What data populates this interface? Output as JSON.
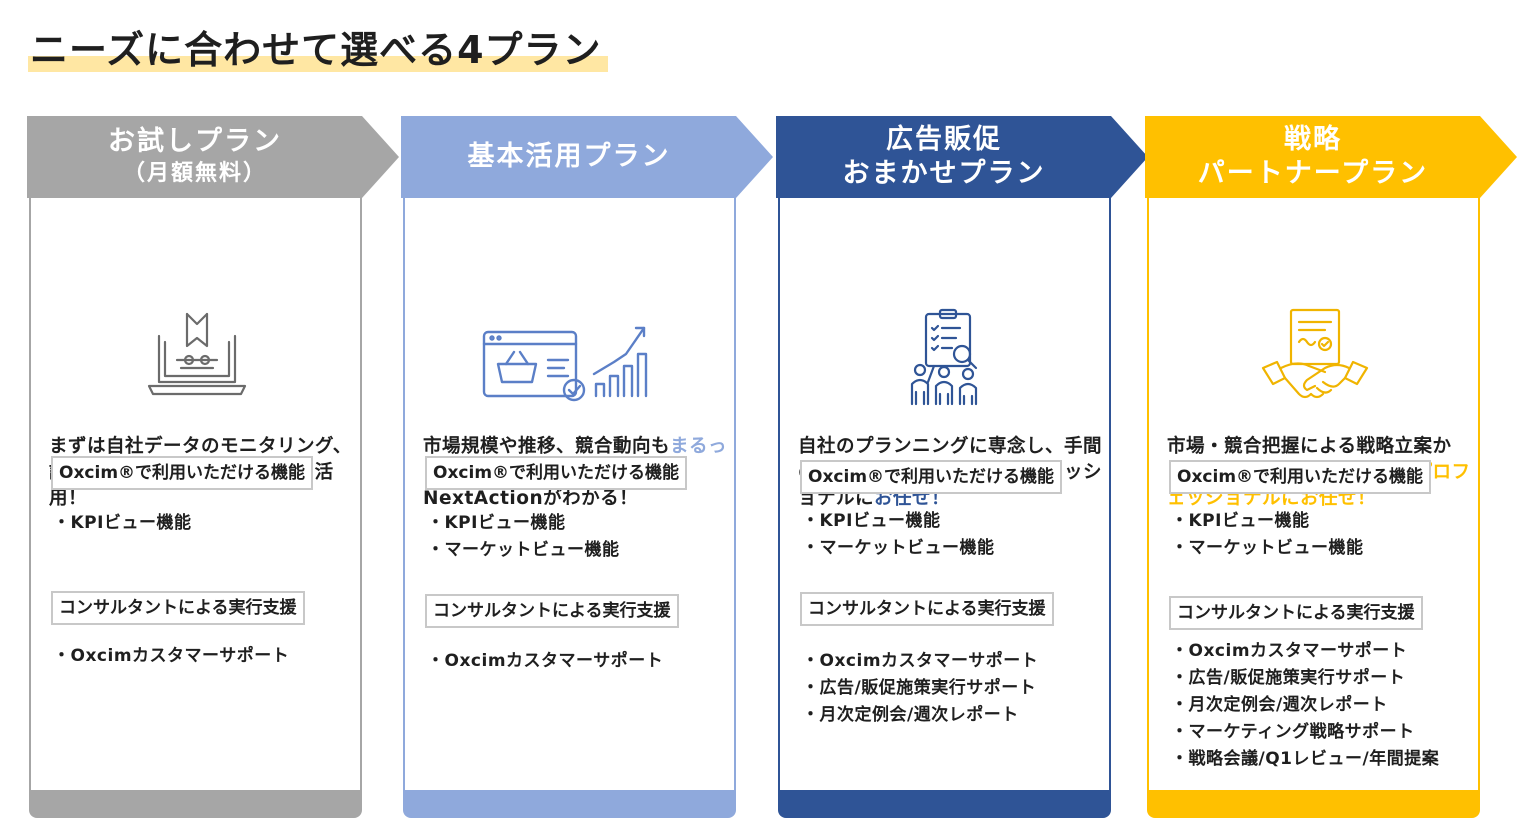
{
  "page": {
    "title": "ニーズに合わせて選べる4プラン"
  },
  "colors": {
    "plan1": "#a6a6a6",
    "plan2": "#8fa9dc",
    "plan3": "#2f5496",
    "plan4": "#ffc000",
    "title_highlight": "#ffe7a3"
  },
  "plans": [
    {
      "title_line1": "お試しプラン",
      "title_line2": "（月額無料）",
      "icon": "laptop-bookmark-icon",
      "desc_before": "まずは自社データのモニタリング、課題分析ができる機能をお試し活用！",
      "desc_highlight": "",
      "desc_after": "",
      "features_label": "Oxcim®で利用いただける機能",
      "features": [
        "・KPIビュー機能"
      ],
      "support_label": "コンサルタントによる実行支援",
      "support": [
        "・Oxcimカスタマーサポート"
      ]
    },
    {
      "title_line1": "基本活用プラン",
      "title_line2": "",
      "icon": "ecommerce-growth-icon",
      "desc_before": "市場規模や推移、競合動向も",
      "desc_highlight": "まるっと把握",
      "desc_after": "でき、売上拡大のNextActionがわかる！",
      "features_label": "Oxcim®で利用いただける機能",
      "features": [
        "・KPIビュー機能",
        "・マーケットビュー機能"
      ],
      "support_label": "コンサルタントによる実行支援",
      "support": [
        "・Oxcimカスタマーサポート"
      ]
    },
    {
      "title_line1": "広告販促",
      "title_line2": "おまかせプラン",
      "icon": "team-checklist-icon",
      "desc_before": "自社のプランニングに専念し、手間のかかる実行部分は、プロフェッショナルに",
      "desc_highlight": "お任せ！",
      "desc_after": "",
      "features_label": "Oxcim®で利用いただける機能",
      "features": [
        "・KPIビュー機能",
        "・マーケットビュー機能"
      ],
      "support_label": "コンサルタントによる実行支援",
      "support": [
        "・Oxcimカスタマーサポート",
        "・広告/販促施策実行サポート",
        "・月次定例会/週次レポート"
      ]
    },
    {
      "title_line1": "戦略",
      "title_line2": "パートナープラン",
      "icon": "handshake-contract-icon",
      "desc_before": "市場・競合把握による戦略立案から、実行に至るまで一貫して",
      "desc_highlight": "プロフェッショナルにお任せ！",
      "desc_after": "",
      "features_label": "Oxcim®で利用いただける機能",
      "features": [
        "・KPIビュー機能",
        "・マーケットビュー機能"
      ],
      "support_label": "コンサルタントによる実行支援",
      "support": [
        "・Oxcimカスタマーサポート",
        "・広告/販促施策実行サポート",
        "・月次定例会/週次レポート",
        "・マーケティング戦略サポート",
        "・戦略会議/Q1レビュー/年間提案"
      ]
    }
  ]
}
